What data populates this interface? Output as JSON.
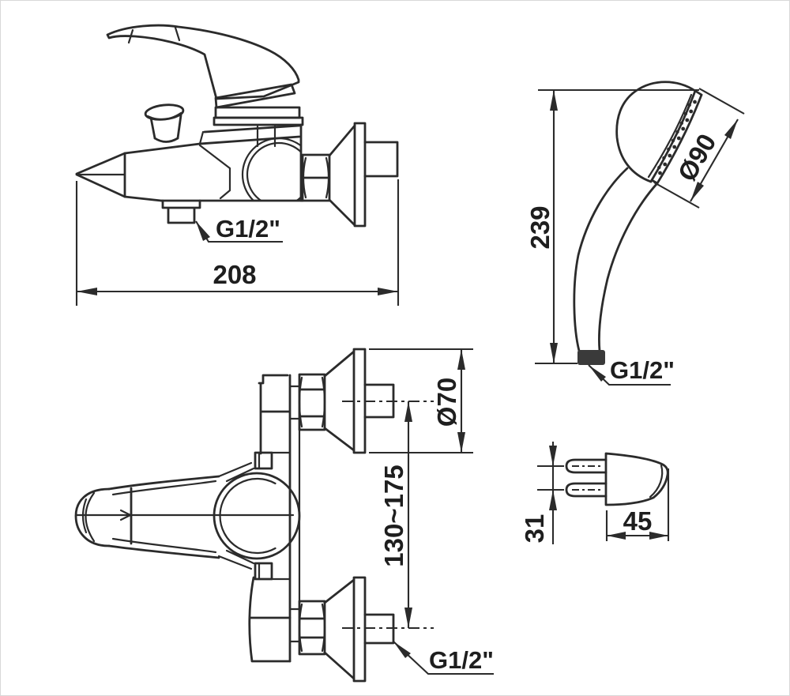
{
  "colors": {
    "line": "#2b2b2b",
    "background": "#ffffff",
    "connector_fill": "#3a3a3a",
    "border": "#d8d8d8"
  },
  "views": {
    "mixer_side": {
      "dim_width": "208",
      "label_outlet_thread": "G1/2\""
    },
    "hand_shower": {
      "dim_height": "239",
      "dim_head_diameter": "Ø90",
      "label_thread": "G1/2\""
    },
    "mixer_front": {
      "dim_flange_diameter": "Ø70",
      "dim_inlet_spacing": "130~175",
      "label_thread": "G1/2\""
    },
    "holder": {
      "dim_depth": "31",
      "dim_width": "45"
    }
  }
}
